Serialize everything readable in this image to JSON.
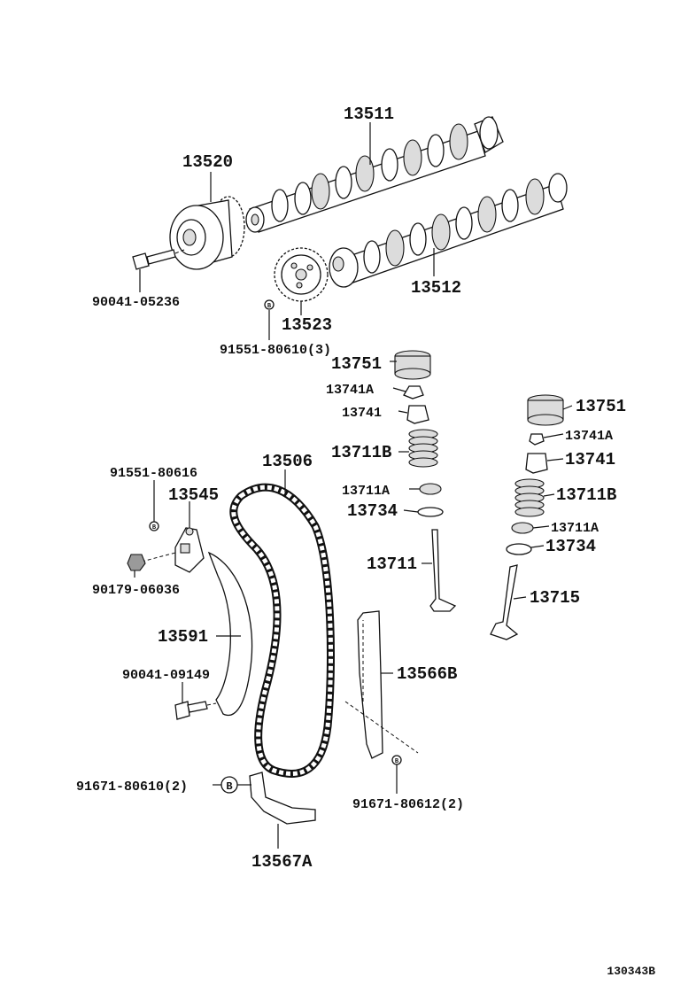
{
  "labels": {
    "p13511": "13511",
    "p13520": "13520",
    "p13512": "13512",
    "p90041_05236": "90041-05236",
    "p13523": "13523",
    "p91551_80610": "91551-80610(3)",
    "p13751_a": "13751",
    "p13741A_a": "13741A",
    "p13741_a": "13741",
    "p13711B_a": "13711B",
    "p13711A_a": "13711A",
    "p13734_a": "13734",
    "p13711": "13711",
    "p13751_b": "13751",
    "p13741A_b": "13741A",
    "p13741_b": "13741",
    "p13711B_b": "13711B",
    "p13711A_b": "13711A",
    "p13734_b": "13734",
    "p13715": "13715",
    "p91551_80616": "91551-80616",
    "p13545": "13545",
    "p13506": "13506",
    "p90179_06036": "90179-06036",
    "p13591": "13591",
    "p90041_09149": "90041-09149",
    "p13566B": "13566B",
    "p91671_80610": "91671-80610(2)",
    "p91671_80612": "91671-80612(2)",
    "p13567A": "13567A",
    "ref": "130343B"
  },
  "markers": {
    "b": "B"
  }
}
